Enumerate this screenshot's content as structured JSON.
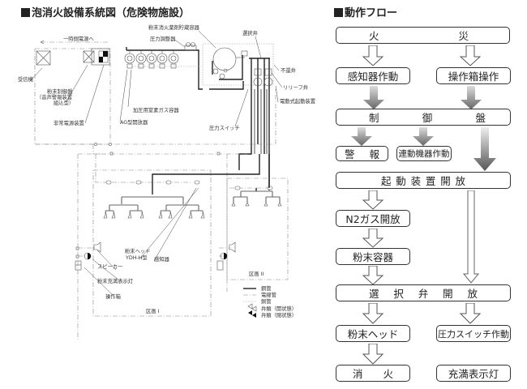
{
  "left_panel": {
    "title": "泡消火設備系統図（危険物施設）",
    "labels": {
      "temporary_power": "一時側電源へ",
      "receiver": "受信機",
      "powder_control_panel_1": "粉末制御盤",
      "powder_control_panel_2": "（音声警報装置",
      "powder_control_panel_3": "組込型）",
      "emergency_power": "非常電源装置",
      "storage_vessel": "粉末消火薬剤貯蔵容器",
      "pressure_regulator": "圧力調整器",
      "selector_valve": "選択弁",
      "non_return_valve": "不還弁",
      "relief_valve": "リリーフ弁",
      "electric_starter": "電動式起動装置",
      "nitrogen_gas_vessel": "加圧用窒素ガス容器",
      "ag_valve": "AG型開放器",
      "pressure_switch": "圧力スイッチ",
      "powder_head_1": "粉末ヘッド",
      "powder_head_2": "YDH-H型",
      "detector": "感知器",
      "speaker": "スピーカー",
      "indicator_lamp": "粉末充満表示灯",
      "operation_box": "操作箱",
      "zone_1": "区画 I",
      "zone_2": "区画 II"
    },
    "legend": [
      {
        "style": "solid",
        "label": "鋼管"
      },
      {
        "style": "dash-dot",
        "label": "電線管"
      },
      {
        "style": "dotted",
        "label": "銅管"
      },
      {
        "style": "valve-open",
        "label": "弁類（開状態）"
      },
      {
        "style": "valve-closed",
        "label": "弁類（閉状態）"
      }
    ]
  },
  "right_panel": {
    "title": "動作フロー",
    "boxes": {
      "fire": [
        "火",
        "災"
      ],
      "detector_activation": "感知器作動",
      "operation_box": "操作箱操作",
      "control_panel": [
        "制",
        "御",
        "盤"
      ],
      "alarm": [
        "警",
        "報"
      ],
      "linked_equipment": "連動機器作動",
      "starter_open": [
        "起",
        "動",
        "装",
        "置",
        "開",
        "放"
      ],
      "n2_gas_open": "N2ガス開放",
      "powder_vessel": "粉末容器",
      "selector_valve_open": [
        "選",
        "択",
        "弁",
        "開",
        "放"
      ],
      "powder_head": "粉末ヘッド",
      "pressure_switch": "圧力スイッチ作動",
      "extinguish": [
        "消",
        "火"
      ],
      "full_indicator": "充満表示灯"
    }
  }
}
